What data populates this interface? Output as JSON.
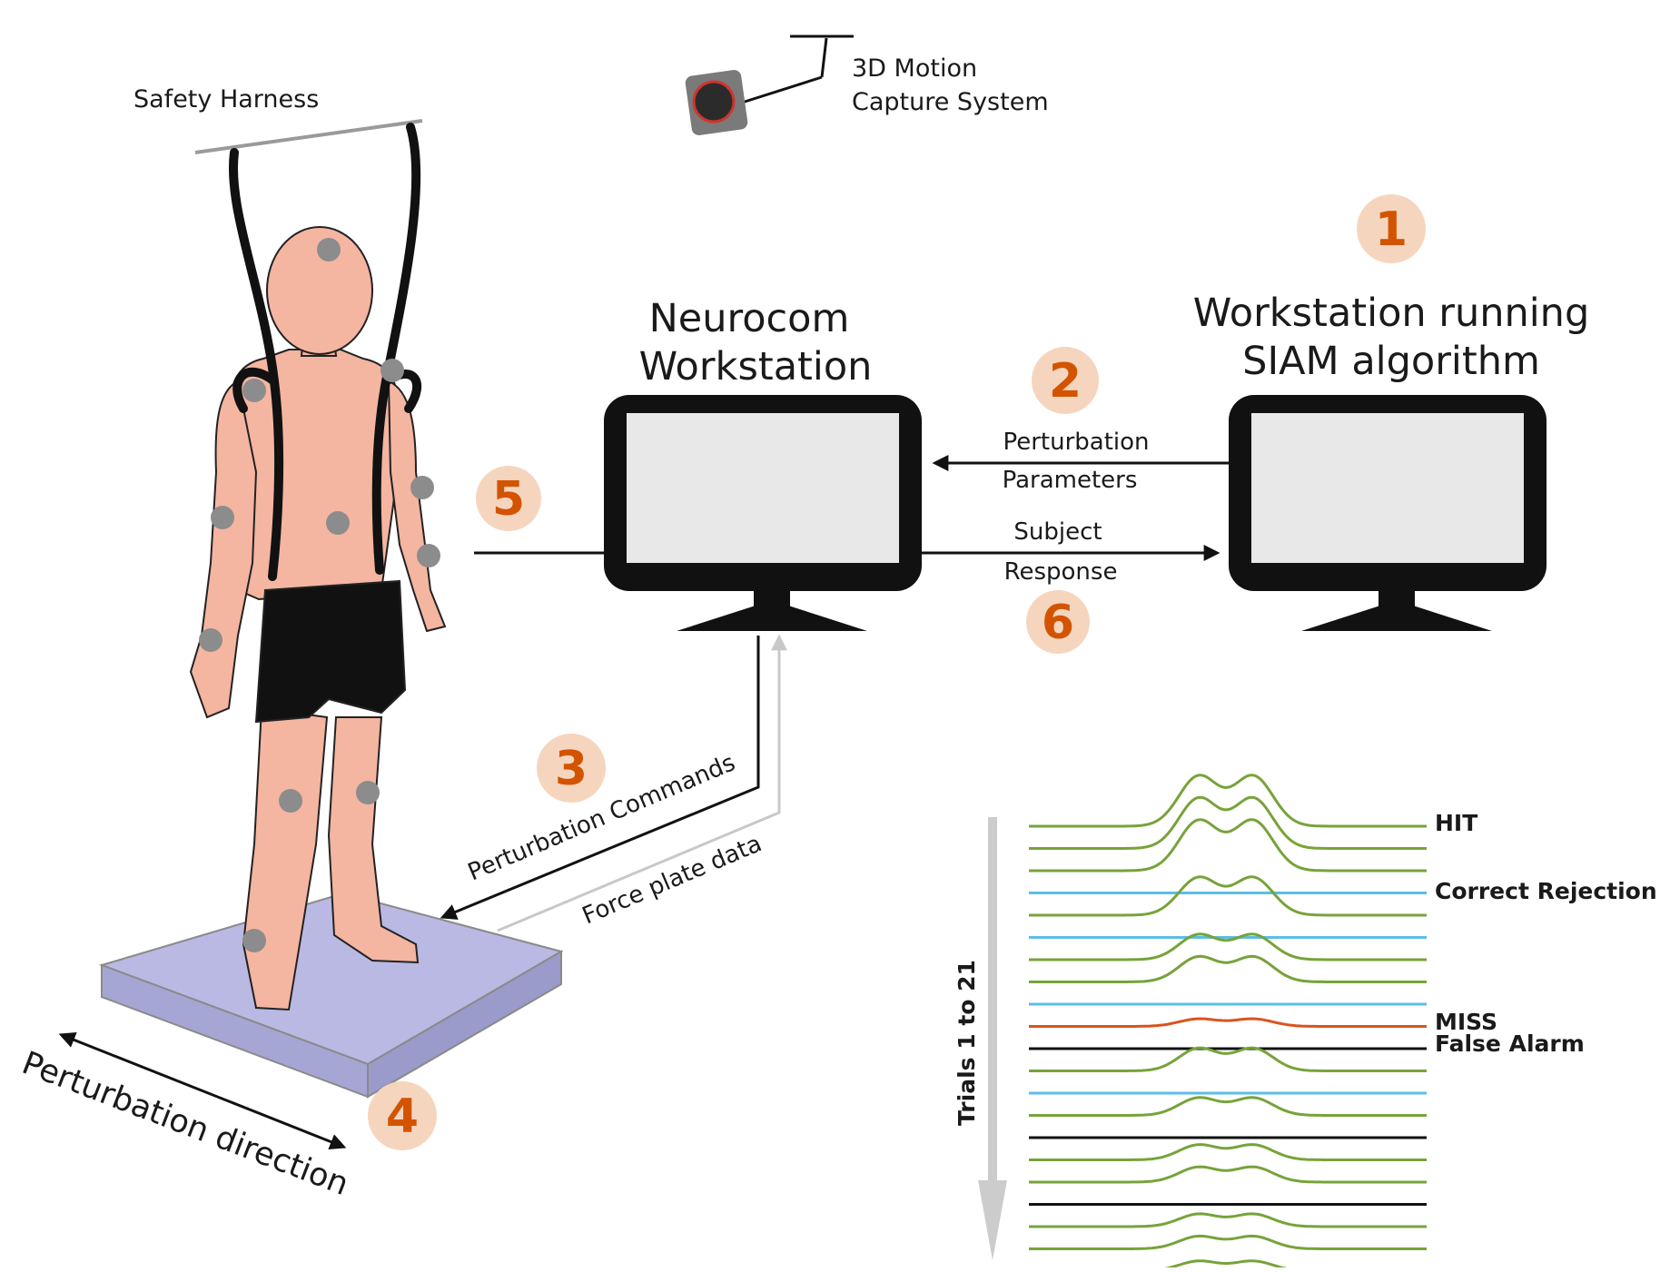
{
  "labels": {
    "safety_harness": "Safety Harness",
    "motion_capture_line1": "3D Motion",
    "motion_capture_line2": "Capture System",
    "neurocom_line1": "Neurocom",
    "neurocom_line2": "Workstation",
    "siam_line1": "Workstation running",
    "siam_line2": "SIAM algorithm",
    "perturbation_parameters_line1": "Perturbation",
    "perturbation_parameters_line2": "Parameters",
    "subject_response_line1": "Subject",
    "subject_response_line2": "Response",
    "perturbation_commands": "Perturbation Commands",
    "force_plate_data": "Force plate data",
    "perturbation_direction": "Perturbation direction",
    "trials_axis": "Trials 1 to 21"
  },
  "steps": [
    "1",
    "2",
    "3",
    "4",
    "5",
    "6"
  ],
  "trace_labels": {
    "hit": "HIT",
    "correct_rejection": "Correct Rejection",
    "miss": "MISS",
    "false_alarm": "False Alarm"
  },
  "trials": [
    {
      "outcome": "hit",
      "amplitude": 1.0
    },
    {
      "outcome": "hit",
      "amplitude": 1.0
    },
    {
      "outcome": "hit",
      "amplitude": 1.0
    },
    {
      "outcome": "correct_rejection",
      "amplitude": 0
    },
    {
      "outcome": "hit",
      "amplitude": 0.75
    },
    {
      "outcome": "correct_rejection",
      "amplitude": 0
    },
    {
      "outcome": "hit",
      "amplitude": 0.5
    },
    {
      "outcome": "hit",
      "amplitude": 0.5
    },
    {
      "outcome": "correct_rejection",
      "amplitude": 0
    },
    {
      "outcome": "miss",
      "amplitude": 0.15
    },
    {
      "outcome": "false_alarm",
      "amplitude": 0
    },
    {
      "outcome": "hit",
      "amplitude": 0.45
    },
    {
      "outcome": "correct_rejection",
      "amplitude": 0
    },
    {
      "outcome": "hit",
      "amplitude": 0.35
    },
    {
      "outcome": "false_alarm",
      "amplitude": 0
    },
    {
      "outcome": "hit",
      "amplitude": 0.3
    },
    {
      "outcome": "hit",
      "amplitude": 0.3
    },
    {
      "outcome": "false_alarm",
      "amplitude": 0
    },
    {
      "outcome": "hit",
      "amplitude": 0.25
    },
    {
      "outcome": "hit",
      "amplitude": 0.25
    },
    {
      "outcome": "hit",
      "amplitude": 0.2
    }
  ],
  "colors": {
    "hit": "#77a33a",
    "correct_rejection": "#5bbde8",
    "miss": "#d9541e",
    "false_alarm": "#111111",
    "step_badge": "#f6d5bf",
    "step_number": "#d35400",
    "skin": "#f4b5a1",
    "platform_top": "#b9b9e4",
    "platform_side": "#a6a6d4",
    "marker": "#8c8c8c"
  }
}
